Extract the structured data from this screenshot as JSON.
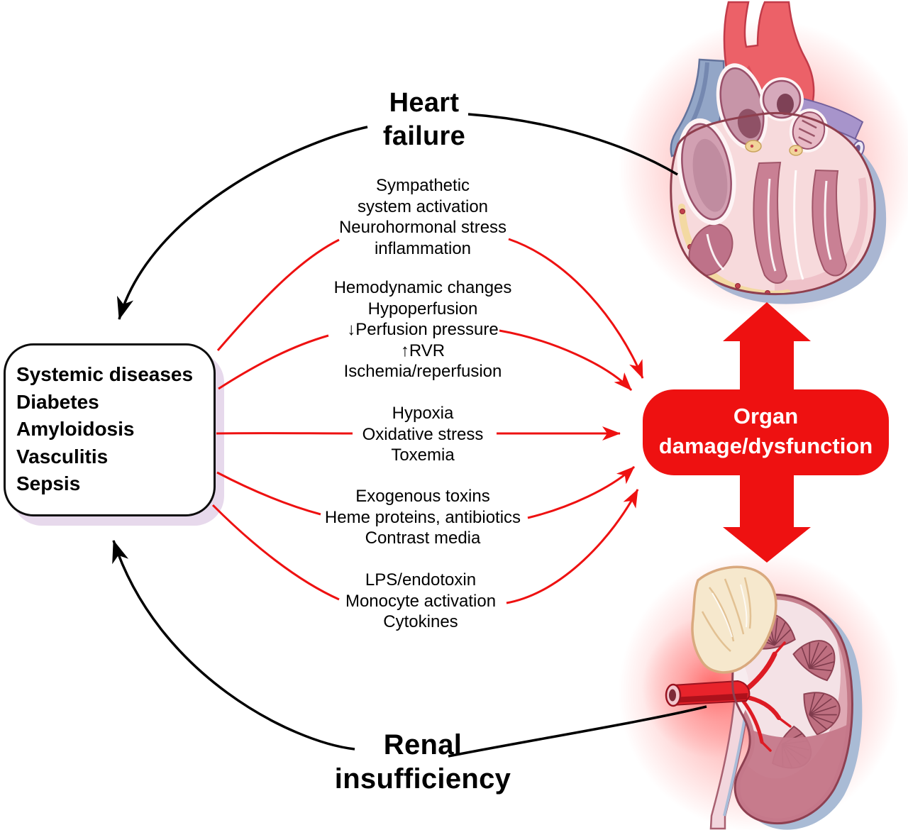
{
  "figure": {
    "heart_failure_label": "Heart\nfailure",
    "renal_insufficiency_label": "Renal\ninsufficiency",
    "organ_box_label": "Organ\ndamage/dysfunction",
    "left_box_lines": [
      "Systemic diseases",
      "Diabetes",
      "Amyloidosis",
      "Vasculitis",
      "Sepsis"
    ],
    "mediators": [
      {
        "text": "Sympathetic\nsystem activation\nNeurohormonal stress\ninflammation"
      },
      {
        "text": "Hemodynamic changes\nHypoperfusion\n↓Perfusion pressure\n↑RVR\nIschemia/reperfusion"
      },
      {
        "text": "Hypoxia\nOxidative stress\nToxemia"
      },
      {
        "text": "Exogenous toxins\nHeme proteins, antibiotics\nContrast media"
      },
      {
        "text": "LPS/endotoxin\nMonocyte activation\nCytokines"
      }
    ],
    "icons": {
      "heart": "heart-cross-section-illustration",
      "kidney": "kidney-cross-section-illustration",
      "bidirectional_arrow": "red-vertical-double-arrow"
    },
    "colors": {
      "accent_red": "#EE1111",
      "arrow_black": "#000000",
      "left_box_shadow": "#E7D9EC",
      "organ_box_text": "#FFFFFF",
      "glow_red": "#FF6666"
    }
  }
}
